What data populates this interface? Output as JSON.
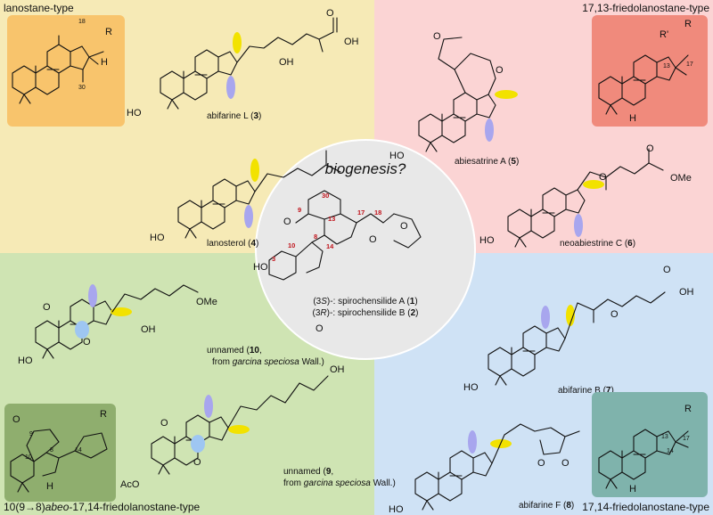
{
  "colors": {
    "lanostane_bg": "#f6eab6",
    "friedo1713_bg": "#fbd4d4",
    "abeo_bg": "#cfe4b3",
    "friedo1714_bg": "#cfe2f5",
    "center_circle": "#e8e8e8",
    "box_lanostane": "#f8c46c",
    "box_1713": "#f08a7c",
    "box_abeo": "#8fae6e",
    "box_1714": "#7fb3ac",
    "highlight_yellow": "#f2e200",
    "highlight_purple": "#a8a6ee",
    "highlight_blue": "#9ec6f2"
  },
  "regions": {
    "top_left": "lanostane-type",
    "top_right": "17,13-friedolanostane-type",
    "bottom_left_prefix": "10(9",
    "bottom_left_arrow": "→",
    "bottom_left_mid": "8)",
    "bottom_left_italic": "abeo",
    "bottom_left_suffix": "-17,14-friedolanostane-type",
    "bottom_right": "17,14-friedolanostane-type"
  },
  "center": {
    "question": "biogenesis?",
    "line1_prefix": "(3",
    "line1_stereo": "S",
    "line1_suffix": ")-: spirochensilide A (",
    "line1_num": "1",
    "line1_close": ")",
    "line2_prefix": "(3",
    "line2_stereo": "R",
    "line2_suffix": ")-: spirochensilide B (",
    "line2_num": "2",
    "line2_close": ")",
    "atom_numbers": [
      "30",
      "9",
      "13",
      "17",
      "18",
      "10",
      "8",
      "14",
      "3"
    ]
  },
  "compounds": {
    "abifarine_L": {
      "name": "abifarine L  (",
      "num": "3",
      "close": ")"
    },
    "lanosterol": {
      "name": "lanosterol (",
      "num": "4",
      "close": ")"
    },
    "abiesatrine_A": {
      "name": "abiesatrine A (",
      "num": "5",
      "close": ")"
    },
    "neoabiestrine_C": {
      "name": "neoabiestrine C (",
      "num": "6",
      "close": ")"
    },
    "unnamed_10": {
      "line1_a": "unnamed (",
      "num": "10",
      "line1_b": ",",
      "line2_a": "from ",
      "line2_italic": "garcina speciosa",
      "line2_b": " Wall.)"
    },
    "unnamed_9": {
      "line1_a": "unnamed (",
      "num": "9",
      "line1_b": ",",
      "line2_a": "from ",
      "line2_italic": "garcina speciosa",
      "line2_b": " Wall.)"
    },
    "abifarine_B": {
      "name": "abifarine B (",
      "num": "7",
      "close": ")"
    },
    "abifarine_F": {
      "name": "abifarine F (",
      "num": "8",
      "close": ")"
    }
  },
  "atom_labels": {
    "R": "R",
    "Rp": "R'",
    "H": "H",
    "OH": "OH",
    "HO": "HO",
    "O": "O",
    "OMe": "OMe",
    "AcO": "AcO",
    "n18": "18",
    "n30": "30",
    "n13": "13",
    "n17": "17",
    "n9": "9",
    "n8": "8",
    "n10": "10",
    "n14": "14"
  }
}
